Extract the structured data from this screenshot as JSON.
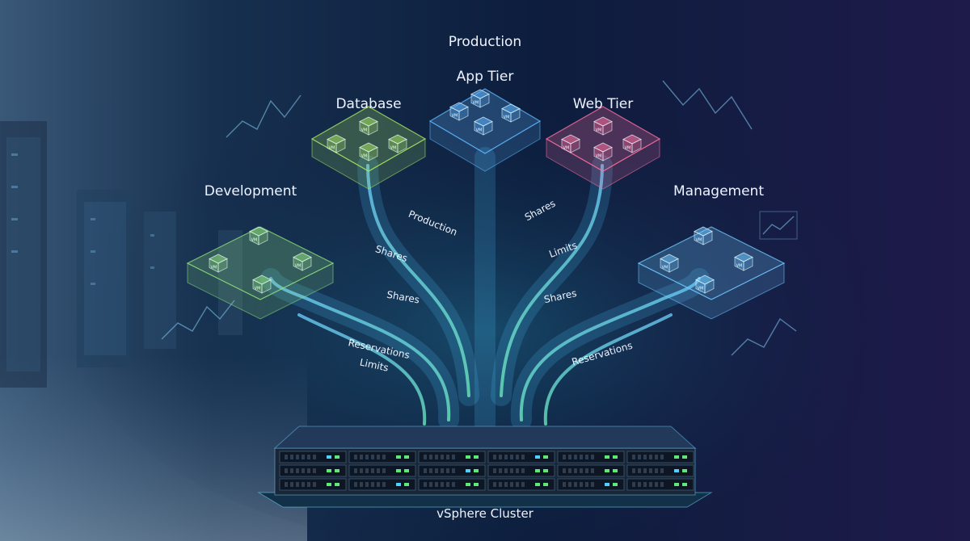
{
  "diagram": {
    "title": "Production",
    "root": {
      "label": "vSphere Cluster"
    },
    "pools": {
      "app_tier": {
        "label": "App Tier",
        "accent": "#5fb8ff"
      },
      "database": {
        "label": "Database",
        "accent": "#a8e860"
      },
      "web_tier": {
        "label": "Web Tier",
        "accent": "#ff6fa0"
      },
      "development": {
        "label": "Development",
        "accent": "#8ee07a"
      },
      "management": {
        "label": "Management",
        "accent": "#6fc8ff"
      }
    },
    "edge_labels": {
      "production": "Production",
      "shares_top_right": "Shares",
      "shares_left_1": "Shares",
      "limits_right": "Limits",
      "shares_left_2": "Shares",
      "shares_right": "Shares",
      "reservations_left": "Reservations",
      "limits_left": "Limits",
      "reservations_right": "Reservations"
    },
    "vm_tag": "VM"
  }
}
